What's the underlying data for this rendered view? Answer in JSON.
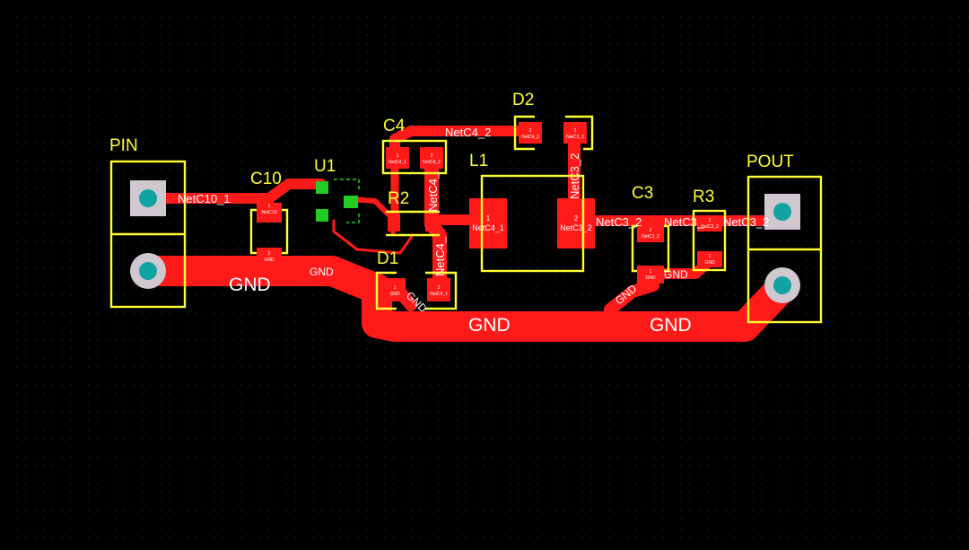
{
  "colors": {
    "copper": "#ff1a1a",
    "pad": "#ff1a1a",
    "silkscreen": "#ffff33",
    "through_hole": "#11a3a3",
    "hole_square": "#cfc8cf",
    "selected": "#22cc22",
    "background": "#000000"
  },
  "components": {
    "pin": "PIN",
    "pout": "POUT",
    "c10": "C10",
    "u1": "U1",
    "c4": "C4",
    "d2": "D2",
    "l1": "L1",
    "r2": "R2",
    "d1": "D1",
    "c3": "C3",
    "r3": "R3"
  },
  "nets": {
    "gnd": "GND",
    "netc10_1": "NetC10_1",
    "netc4_2": "NetC4_2",
    "netc4_vertical": "NetC4_",
    "netc4_lower": "NetC4_",
    "netc3_vertical": "NetC3_2",
    "netc3_right_a": "NetC3_2",
    "netc3_right_b": "NetC3_",
    "netc3_right_c": "NetC3_2"
  },
  "pads": {
    "c10_1": {
      "num": "1",
      "net": "NetC10"
    },
    "c10_2": {
      "num": "2",
      "net": "GND"
    },
    "l1_1": {
      "num": "1",
      "net": "NetC4_1"
    },
    "l1_2": {
      "num": "2",
      "net": "NetC3_2"
    },
    "d1_1": {
      "num": "1",
      "net": "GND"
    },
    "d1_2": {
      "num": "2",
      "net": "NetC4_1"
    },
    "d2_2": {
      "num": "2",
      "net": "NetC4_2"
    },
    "d2_1": {
      "num": "1",
      "net": "NetC3_2"
    },
    "c4_1": {
      "num": "1",
      "net": "NetC4_1"
    },
    "c4_2": {
      "num": "2",
      "net": "NetC4_2"
    },
    "c3_2": {
      "num": "2",
      "net": "NetC3_2"
    },
    "c3_1": {
      "num": "1",
      "net": "GND"
    },
    "r3_2": {
      "num": "2",
      "net": "NetC3_2"
    },
    "r3_1": {
      "num": "1",
      "net": "GND"
    }
  }
}
